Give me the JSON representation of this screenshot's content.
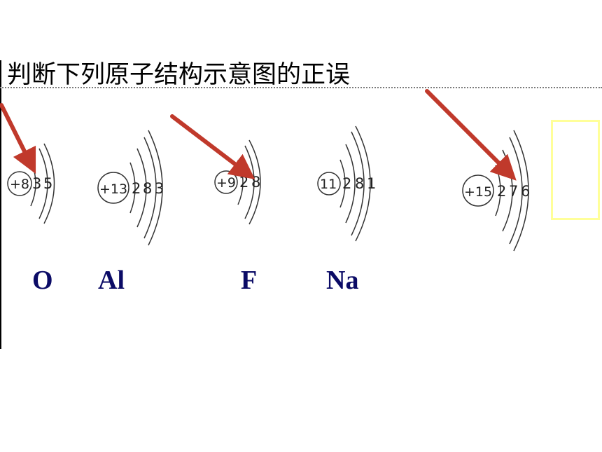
{
  "title": "判断下列原子结构示意图的正误",
  "atoms": [
    {
      "nucleus": "+8",
      "shells": [
        "3",
        "5"
      ]
    },
    {
      "nucleus": "+13",
      "shells": [
        "2",
        "8",
        "3"
      ]
    },
    {
      "nucleus": "+9",
      "shells": [
        "2",
        "8"
      ]
    },
    {
      "nucleus": "11",
      "shells": [
        "2",
        "8",
        "1"
      ]
    },
    {
      "nucleus": "+15",
      "shells": [
        "2",
        "7",
        "6"
      ]
    }
  ],
  "labels": [
    "O",
    "Al",
    "F",
    "Na"
  ],
  "colors": {
    "arrow": "#c0392b",
    "label": "#0b0b66",
    "box": "#ffff99"
  }
}
